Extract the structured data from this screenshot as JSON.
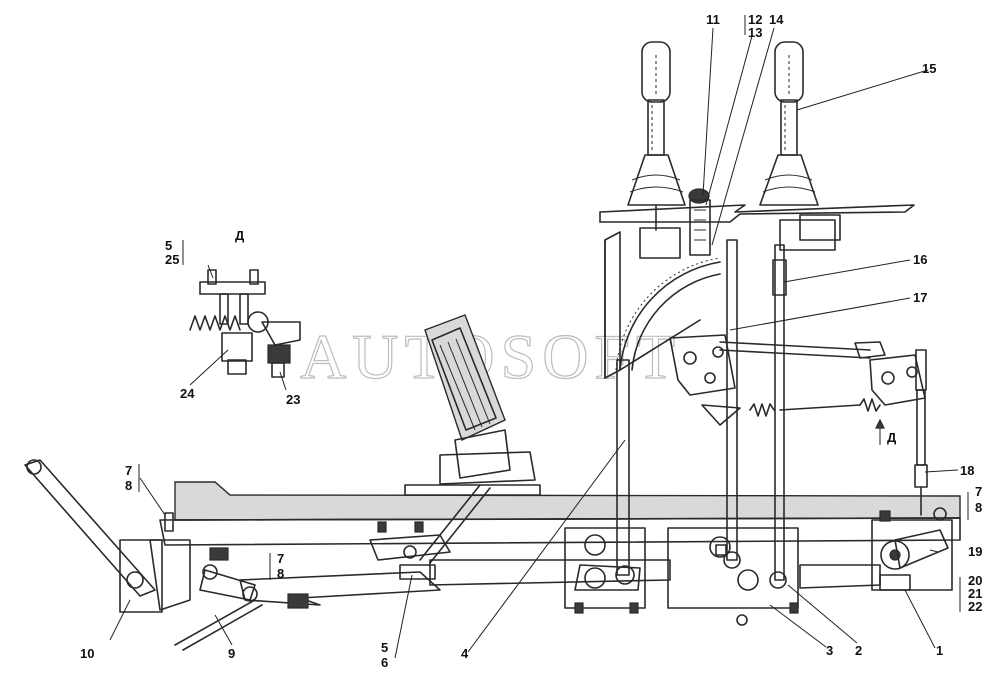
{
  "watermark": "AUTOSOFT",
  "view_label": "Д",
  "arrow_label": "Д",
  "callouts": {
    "c1": "1",
    "c2": "2",
    "c3": "3",
    "c4": "4",
    "c5a": "5",
    "c6a": "6",
    "c5b": "5",
    "c25": "25",
    "c7a": "7",
    "c8a": "8",
    "c7b": "7",
    "c8b": "8",
    "c7c": "7",
    "c8c": "8",
    "c9": "9",
    "c10": "10",
    "c11": "11",
    "c12": "12",
    "c13": "13",
    "c14": "14",
    "c15": "15",
    "c16": "16",
    "c17": "17",
    "c18": "18",
    "c19": "19",
    "c20": "20",
    "c21": "21",
    "c22": "22",
    "c23": "23",
    "c24": "24"
  }
}
